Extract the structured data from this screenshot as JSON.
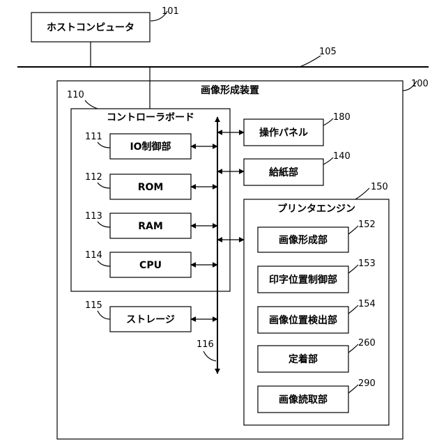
{
  "host": {
    "label": "ホストコンピュータ",
    "ref": "101"
  },
  "network": {
    "ref": "105"
  },
  "device": {
    "label": "画像形成装置",
    "ref": "100"
  },
  "controller": {
    "label": "コントローラボード",
    "ref": "110",
    "modules": [
      {
        "label": "IO制御部",
        "ref": "111"
      },
      {
        "label": "ROM",
        "ref": "112"
      },
      {
        "label": "RAM",
        "ref": "113"
      },
      {
        "label": "CPU",
        "ref": "114"
      }
    ]
  },
  "storage": {
    "label": "ストレージ",
    "ref": "115"
  },
  "bus": {
    "ref": "116"
  },
  "operation_panel": {
    "label": "操作パネル",
    "ref": "180"
  },
  "paper_feed": {
    "label": "給紙部",
    "ref": "140"
  },
  "printer_engine": {
    "label": "プリンタエンジン",
    "ref": "150",
    "modules": [
      {
        "label": "画像形成部",
        "ref": "152"
      },
      {
        "label": "印字位置制御部",
        "ref": "153"
      },
      {
        "label": "画像位置検出部",
        "ref": "154"
      },
      {
        "label": "定着部",
        "ref": "260"
      },
      {
        "label": "画像読取部",
        "ref": "290"
      }
    ]
  }
}
